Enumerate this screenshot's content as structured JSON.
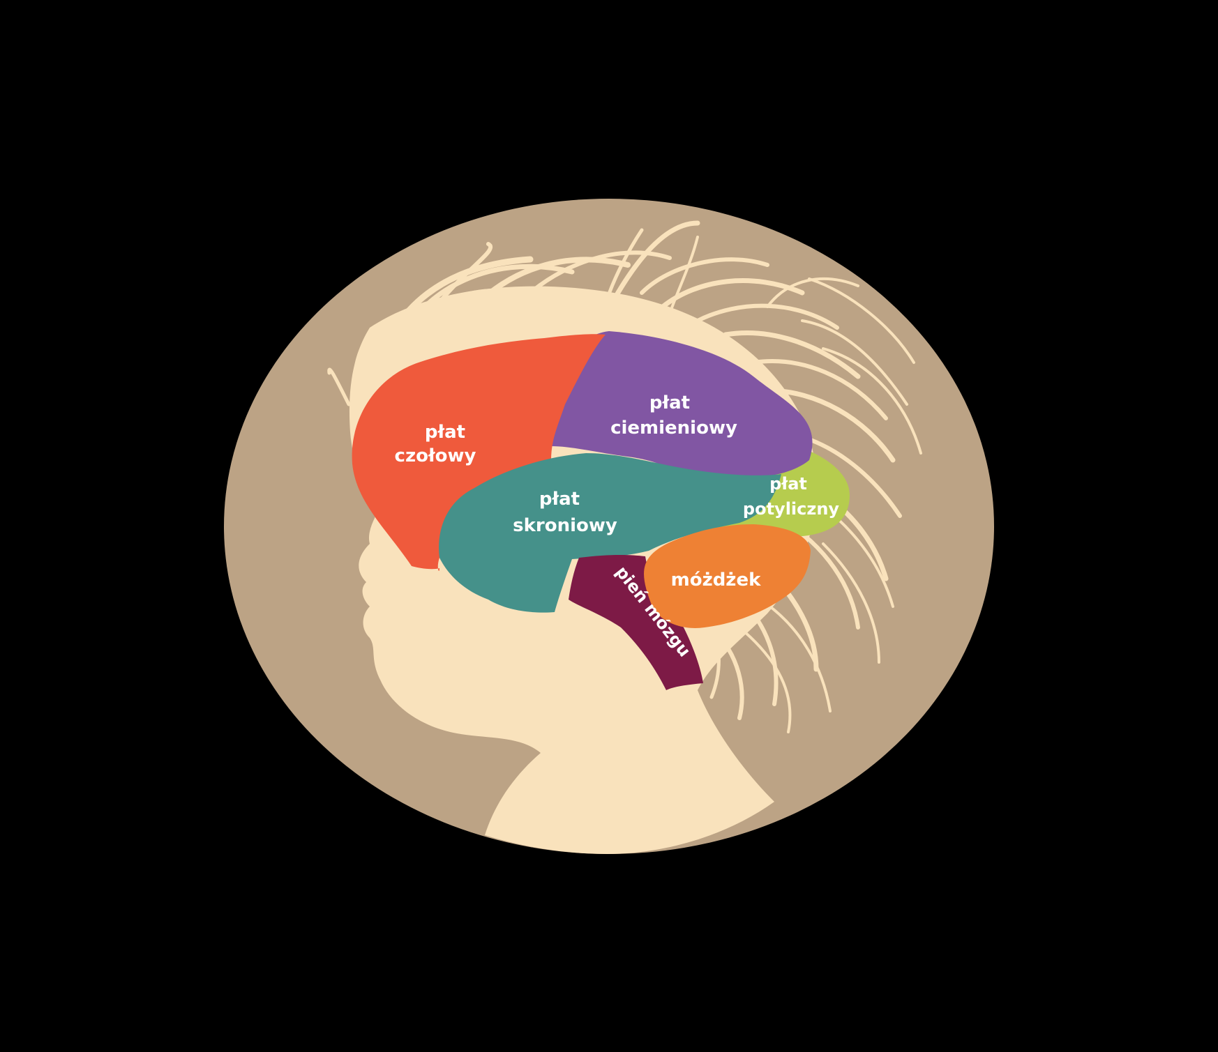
{
  "colors": {
    "background": "#000000",
    "circle": "#BCA385",
    "silhouette": "#F9E2BC",
    "frontal": "#EF5A3C",
    "parietal": "#8156A3",
    "temporal": "#45918A",
    "occipital": "#B6CC4E",
    "cerebellum": "#EE8134",
    "brainstem": "#7D1A46",
    "label": "#FFFFFF"
  },
  "labels": {
    "frontal": {
      "line1": "płat",
      "line2": "czołowy"
    },
    "parietal": {
      "line1": "płat",
      "line2": "ciemieniowy"
    },
    "temporal": {
      "line1": "płat",
      "line2": "skroniowy"
    },
    "occipital": {
      "line1": "płat",
      "line2": "potyliczny"
    },
    "cerebellum": "móżdżek",
    "brainstem": "pień mózgu"
  },
  "icons": [
    "child-head-silhouette",
    "hair-strands",
    "brain-lobes"
  ]
}
